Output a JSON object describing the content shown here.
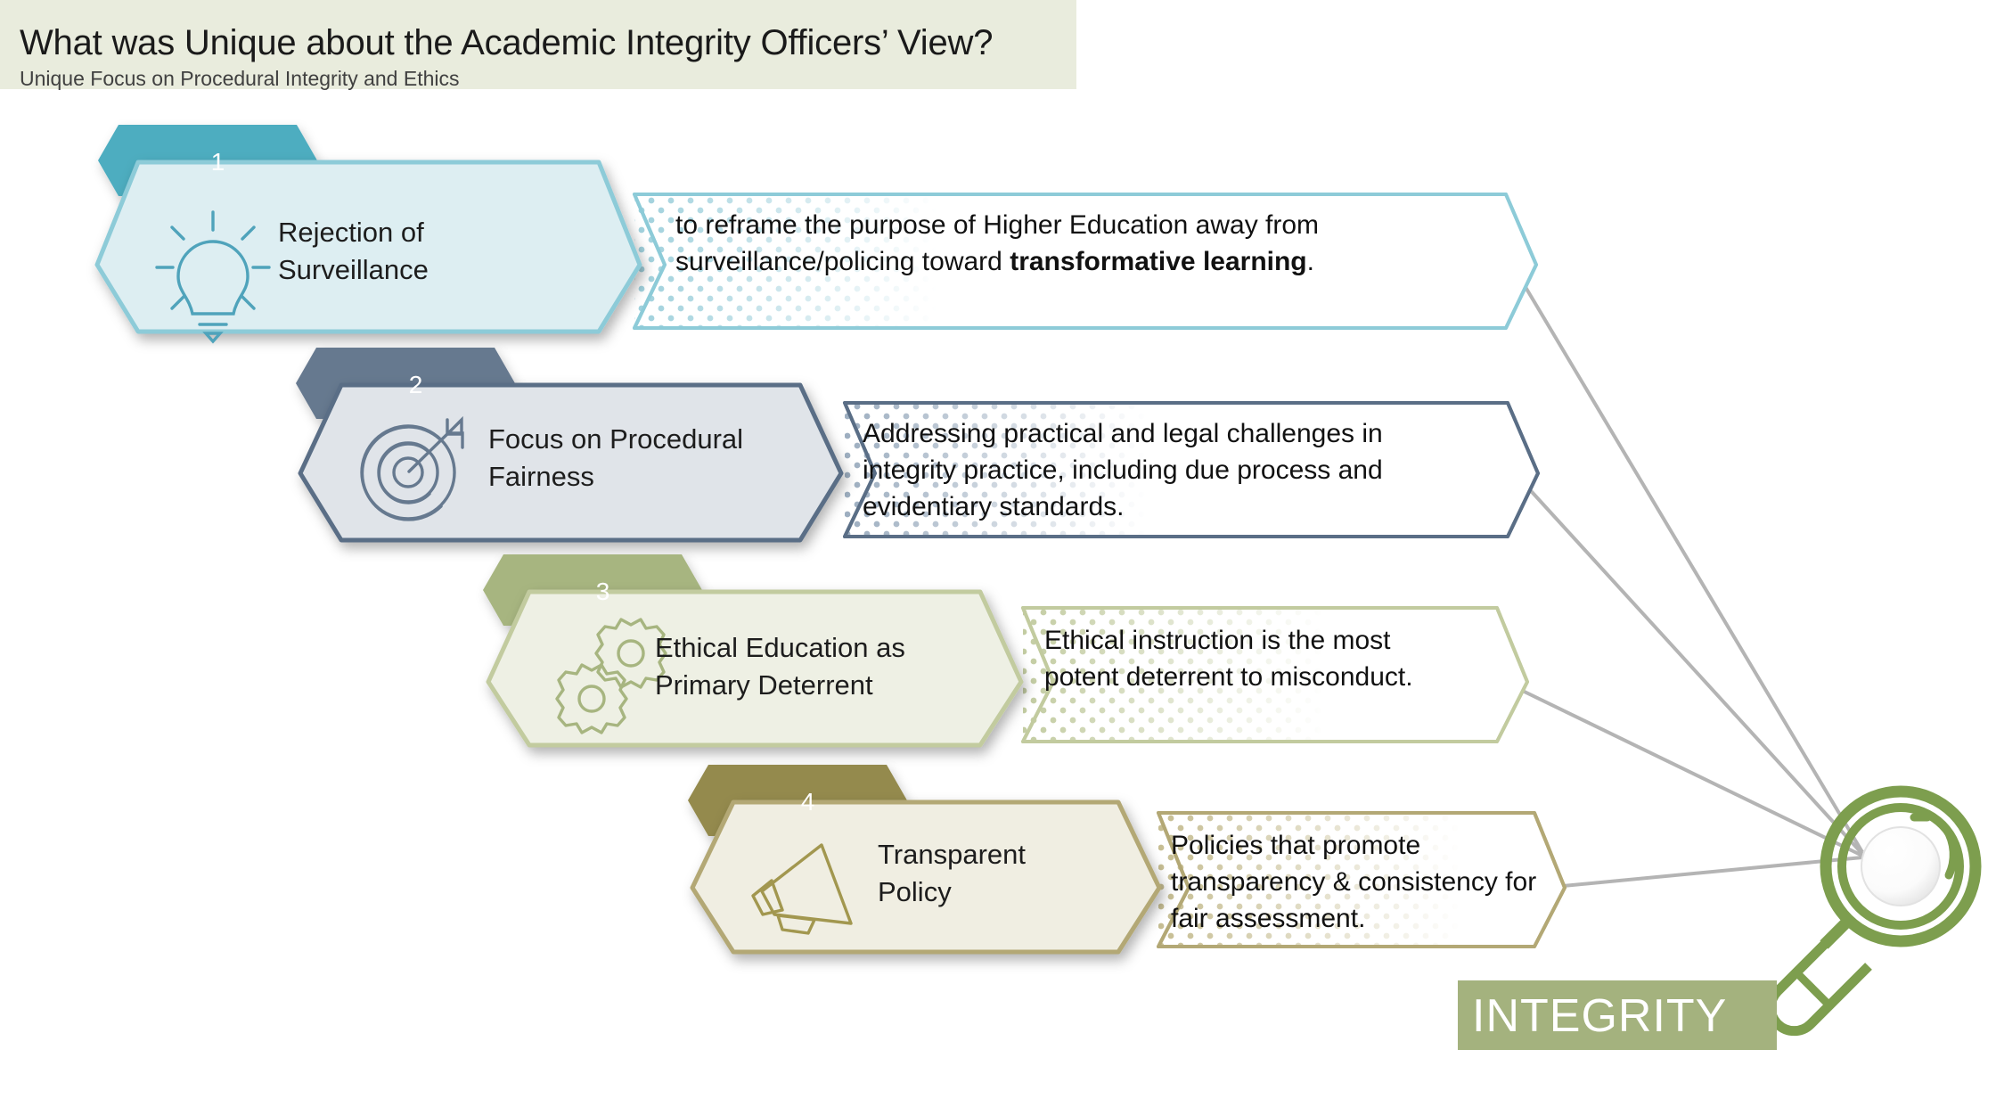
{
  "header": {
    "title": "What was Unique about the Academic Integrity Officers’ View?",
    "subtitle": "Unique Focus on Procedural Integrity and Ethics",
    "band_color": "#e9ecdd"
  },
  "focus": {
    "badge_label": "INTEGRITY",
    "badge_color": "#a4b27e",
    "icon": "magnifier-icon",
    "icon_color": "#7d9e4e"
  },
  "rows": [
    {
      "number": "1",
      "icon": "lightbulb-icon",
      "title": "Rejection of\nSurveillance",
      "description_parts": [
        {
          "text": "to reframe the purpose of Higher Education away from surveillance/policing toward ",
          "bold": false
        },
        {
          "text": "transformative learning",
          "bold": true
        },
        {
          "text": ".",
          "bold": false
        }
      ],
      "description": "to reframe the purpose of Higher Education away from surveillance/policing toward transformative learning.",
      "tab_color": "#4dadc0",
      "stroke_color": "#8dcbd8",
      "fill_color": "#ddeef2"
    },
    {
      "number": "2",
      "icon": "target-arrow-icon",
      "title": "Focus on Procedural\nFairness",
      "description_parts": [
        {
          "text": "Addressing practical and legal challenges in integrity practice, including due process and evidentiary standards.",
          "bold": false
        }
      ],
      "description": "Addressing practical and legal challenges in integrity practice, including due process and evidentiary standards.",
      "tab_color": "#66798f",
      "stroke_color": "#5a6e86",
      "fill_color": "#e0e4e9"
    },
    {
      "number": "3",
      "icon": "gears-icon",
      "title": "Ethical Education as\nPrimary Deterrent",
      "description_parts": [
        {
          "text": "Ethical instruction is the most potent deterrent to misconduct.",
          "bold": false
        }
      ],
      "description": "Ethical instruction is the most potent deterrent to misconduct.",
      "tab_color": "#a7b580",
      "stroke_color": "#c2cb9f",
      "fill_color": "#eef0e4"
    },
    {
      "number": "4",
      "icon": "megaphone-icon",
      "title": "Transparent\nPolicy",
      "description_parts": [
        {
          "text": "Policies that promote transparency & consistency for fair assessment.",
          "bold": false
        }
      ],
      "description": "Policies that promote transparency & consistency for fair assessment.",
      "tab_color": "#948a4e",
      "stroke_color": "#b3a875",
      "fill_color": "#f0eee2"
    }
  ]
}
